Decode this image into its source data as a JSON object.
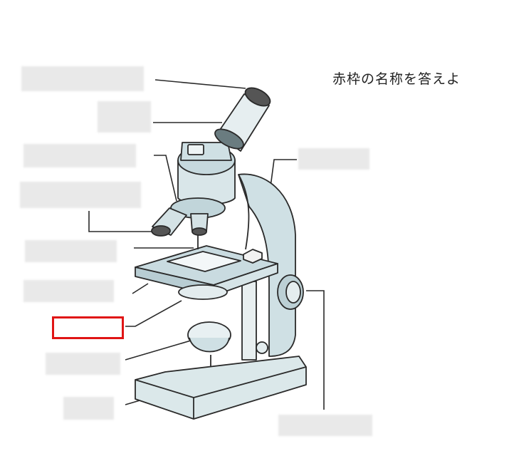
{
  "question": {
    "text": "赤枠の名称を答えよ"
  },
  "colors": {
    "highlight": "#e01515",
    "body": "#cfe0e4",
    "outline": "#2a2a2a",
    "hidden_label": "#e9e9e9"
  },
  "labels": [
    {
      "id": "eyepiece",
      "hidden": true
    },
    {
      "id": "tube",
      "hidden": true
    },
    {
      "id": "revolver",
      "hidden": true
    },
    {
      "id": "objective",
      "hidden": true
    },
    {
      "id": "clip",
      "hidden": true
    },
    {
      "id": "stage",
      "hidden": true
    },
    {
      "id": "diaphragm",
      "hidden": true,
      "highlighted": true
    },
    {
      "id": "mirror",
      "hidden": true
    },
    {
      "id": "base",
      "hidden": true
    },
    {
      "id": "arm",
      "hidden": true
    },
    {
      "id": "adjust-knob",
      "hidden": true
    }
  ]
}
